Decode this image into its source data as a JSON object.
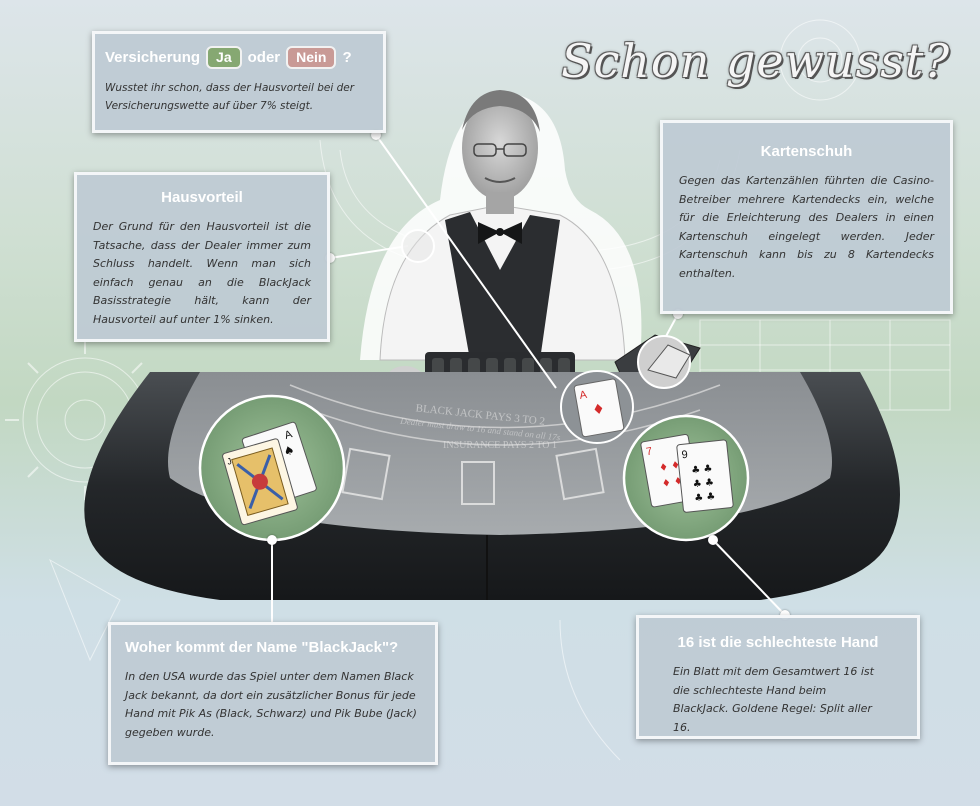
{
  "title": "Schon gewusst?",
  "colors": {
    "card_bg": "#becad4",
    "card_border": "#f4f6f8",
    "yes_pill": "#86a872",
    "no_pill": "#c99a96",
    "felt": "#7ea37c",
    "table_rail": "#2a2d30"
  },
  "versicherung": {
    "heading_text": "Versicherung",
    "yes_label": "Ja",
    "or_text": "oder",
    "no_label": "Nein",
    "question_mark": "?",
    "text": "Wusstet ihr schon, dass der Hausvorteil bei der Versicherungswette auf über 7% steigt."
  },
  "hausvorteil": {
    "heading": "Hausvorteil",
    "text": "Der Grund für den Hausvorteil ist die Tatsache, dass der Dealer immer zum Schluss handelt. Wenn man sich einfach genau an die BlackJack Basisstrategie hält, kann der Hausvorteil auf unter 1% sinken."
  },
  "kartenschuh": {
    "heading": "Kartenschuh",
    "text": "Gegen das Kartenzählen führten die Casino-Betreiber mehrere Kartendecks ein, welche für die Erleichterung des Dealers in einen Kartenschuh eingelegt werden. Jeder Kartenschuh kann bis zu 8 Kartendecks enthalten."
  },
  "blackjack_name": {
    "heading": "Woher kommt der Name \"BlackJack\"?",
    "text": "In den USA wurde das Spiel unter dem Namen Black Jack bekannt, da dort ein zusätzlicher Bonus für jede Hand mit Pik As (Black, Schwarz) und Pik Bube (Jack) gegeben wurde."
  },
  "sechzehn": {
    "heading": "16 ist die schlechteste Hand",
    "text": "Ein Blatt mit dem Gesamtwert 16 ist die schlechteste Hand beim BlackJack. Goldene Regel: Split aller 16."
  },
  "table": {
    "felt_text_top": "BLACK JACK PAYS 3 TO 2",
    "felt_text_mid": "Dealer must draw to 16 and stand on all 17s",
    "felt_text_bottom": "INSURANCE PAYS 2 TO 1"
  },
  "cards": {
    "insurance_card": "A",
    "blackjack_cards": [
      "A",
      "J"
    ],
    "sixteen_cards": [
      "7",
      "9"
    ]
  }
}
